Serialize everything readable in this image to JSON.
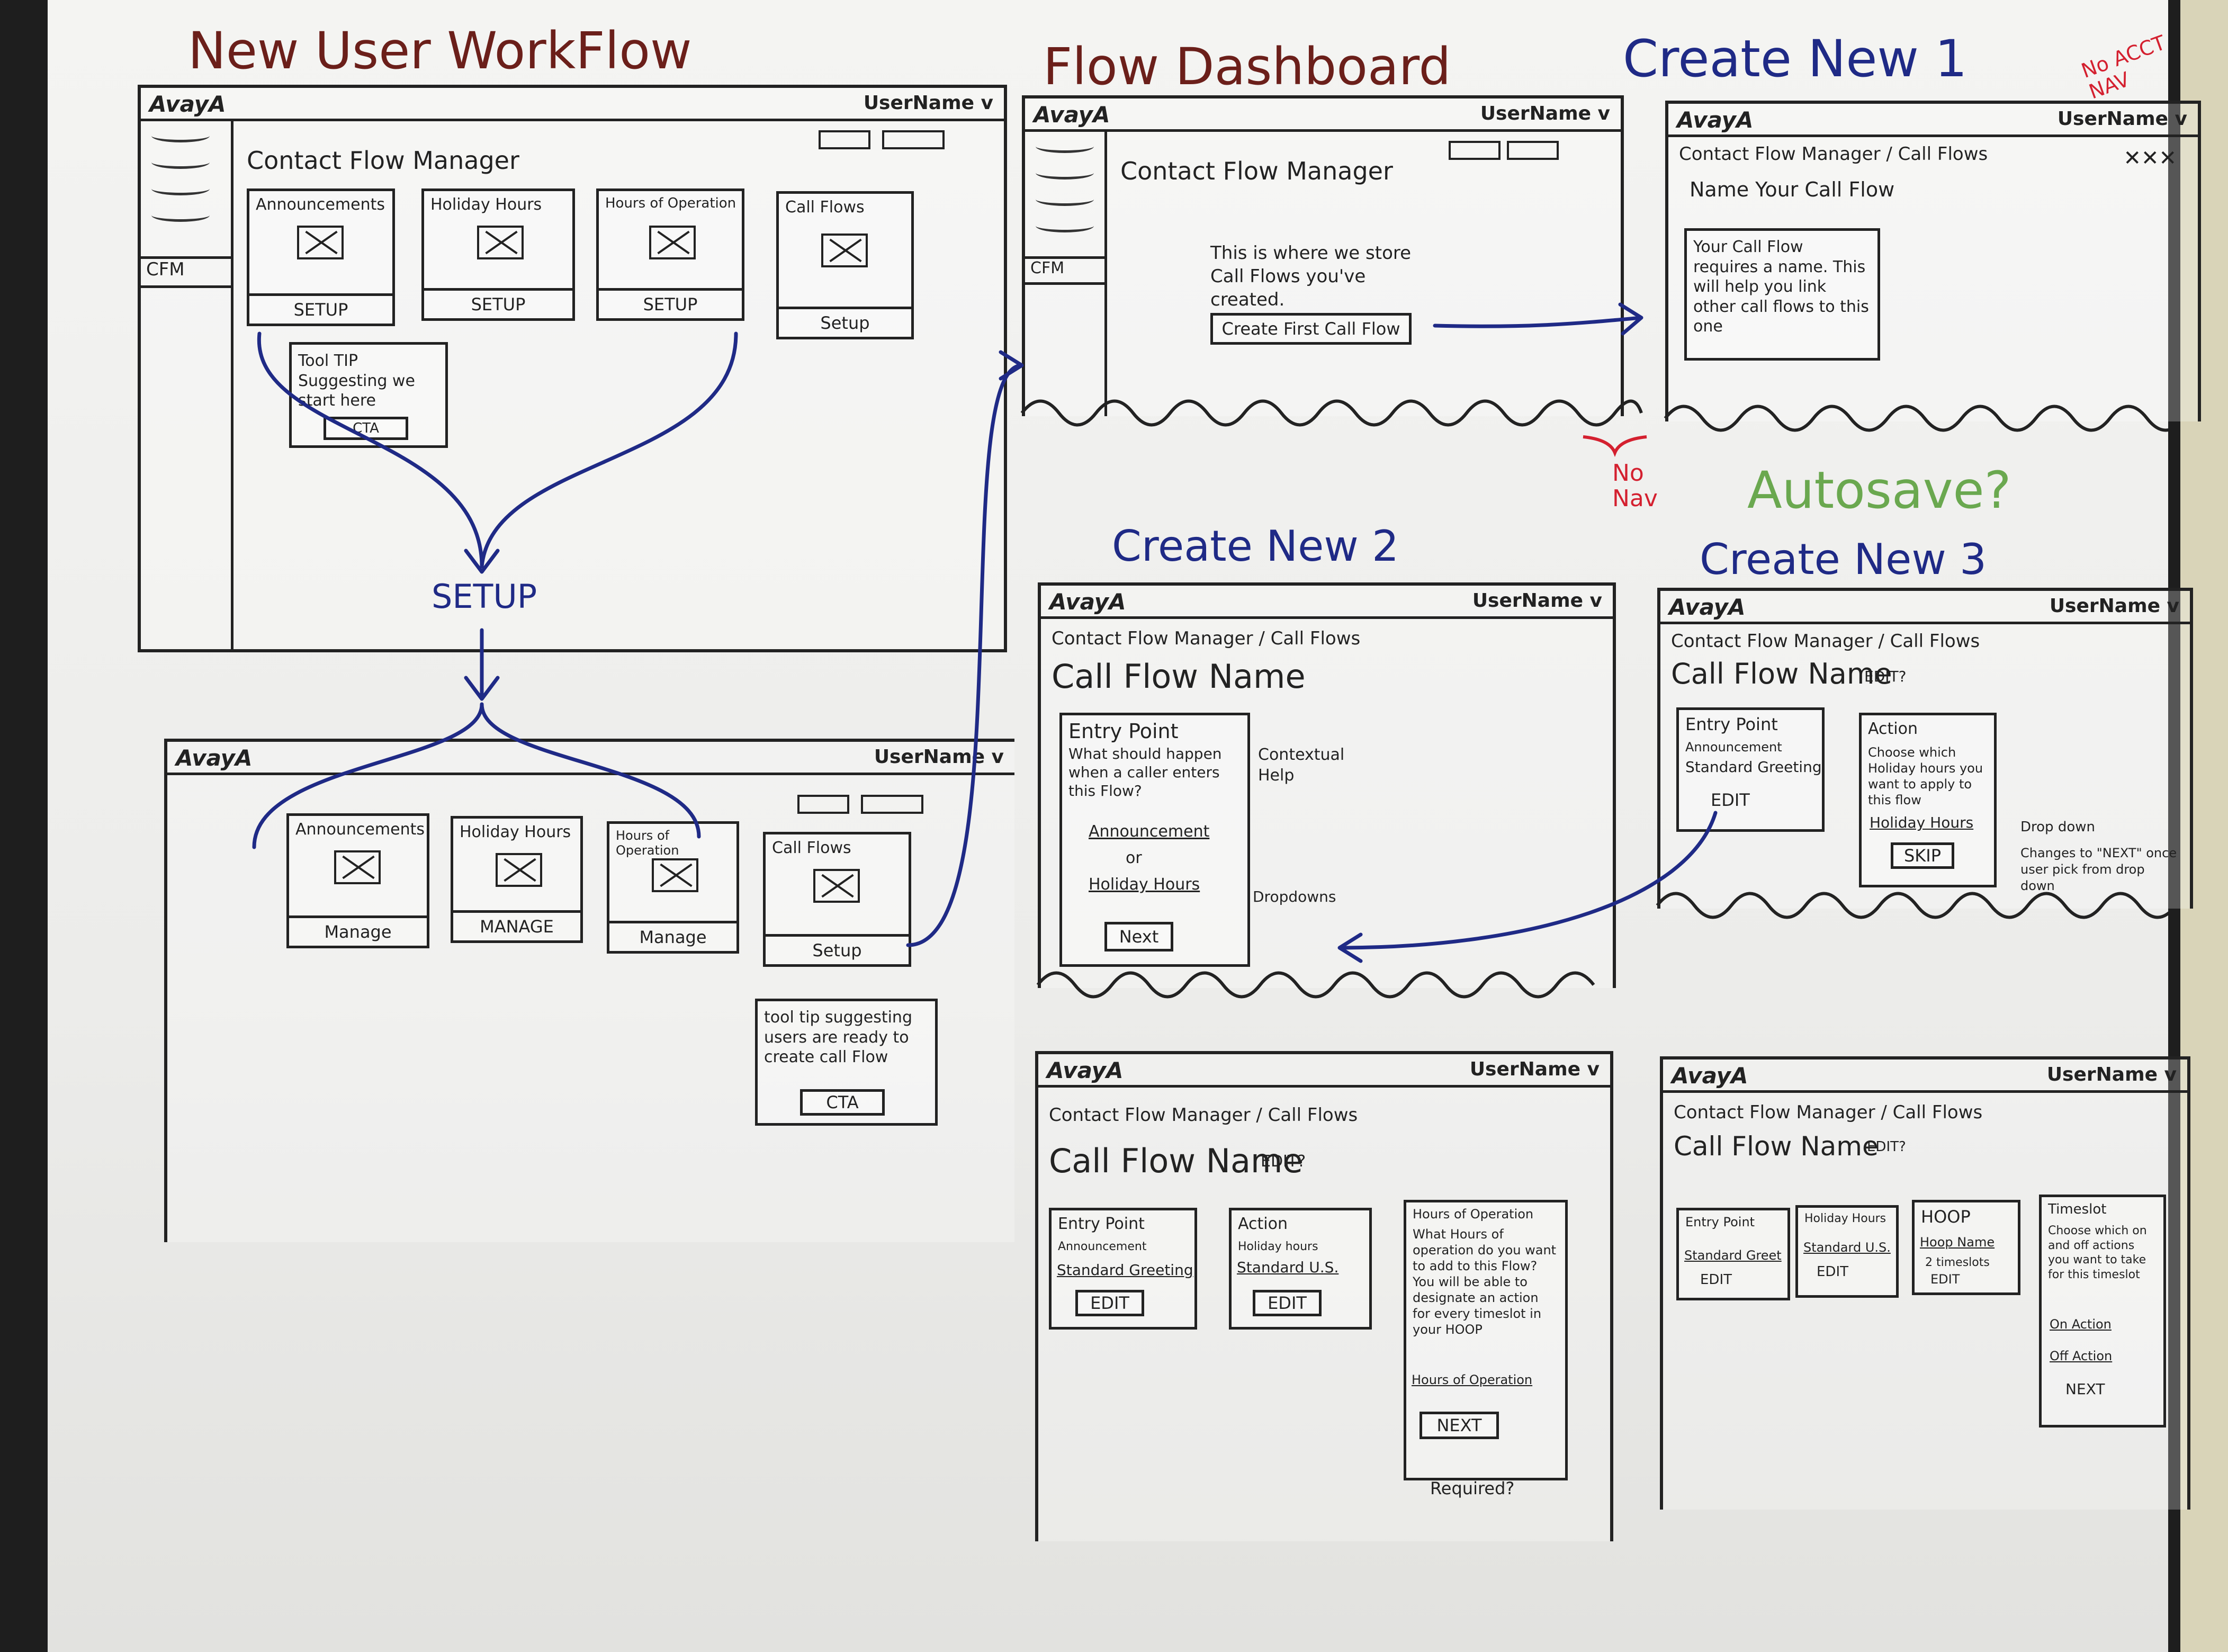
{
  "headings": {
    "new_user_workflow": "New User WorkFlow",
    "flow_dashboard": "Flow Dashboard",
    "create_new_1": "Create New 1",
    "create_new_2": "Create New 2",
    "create_new_3": "Create New 3",
    "autosave": "Autosave?",
    "no_acct_nav": "No ACCT NAV",
    "no_nav": "No Nav",
    "setup_label": "SETUP"
  },
  "common": {
    "brand": "AvayA",
    "user_menu": "UserName v",
    "app_title": "Contact Flow Manager",
    "crumb": "Contact Flow Manager / Call Flows",
    "call_flow_name": "Call Flow Name",
    "edit_tag": "EDIT?",
    "cfm": "CFM"
  },
  "screen1": {
    "cards": [
      {
        "title": "Announcements",
        "button": "SETUP"
      },
      {
        "title": "Holiday Hours",
        "button": "SETUP"
      },
      {
        "title": "Hours of Operation",
        "button": "SETUP"
      },
      {
        "title": "Call Flows",
        "button": "Setup"
      }
    ],
    "tooltip": "Tool TIP Suggesting we start here",
    "tooltip_cta": "CTA"
  },
  "screen2": {
    "cards": [
      {
        "title": "Announcements",
        "button": "Manage"
      },
      {
        "title": "Holiday Hours",
        "button": "MANAGE"
      },
      {
        "title": "Hours of Operation",
        "button": "Manage"
      },
      {
        "title": "Call Flows",
        "button": "Setup"
      }
    ],
    "tooltip": "tool tip suggesting users are ready to create call Flow",
    "tooltip_cta": "CTA"
  },
  "dashboard": {
    "message": "This is where we store Call Flows you've created.",
    "cta": "Create First Call Flow"
  },
  "create1": {
    "crumb": "Contact Flow Manager / Call Flows",
    "name_label": "Name Your Call Flow",
    "tip": "Your Call Flow requires a name. This will help you link other call flows to this one"
  },
  "create2": {
    "entry_point": "Entry Point",
    "question": "What should happen when a caller enters this Flow?",
    "contextual_help": "Contextual Help",
    "announcement": "Announcement",
    "or": "or",
    "holiday_hours": "Holiday Hours",
    "dropdowns": "Dropdowns",
    "next": "Next"
  },
  "create3": {
    "entry_point": "Entry Point",
    "entry_sub": "Announcement",
    "entry_value": "Standard Greeting",
    "entry_edit": "EDIT",
    "action": "Action",
    "action_text": "Choose which Holiday hours you want to apply to this flow",
    "action_dd": "Holiday Hours",
    "skip": "SKIP",
    "dropdown_note": "Drop down",
    "change_note": "Changes to \"NEXT\" once user pick from drop down"
  },
  "step4": {
    "entry_point": "Entry Point",
    "entry_sub": "Announcement",
    "entry_value": "Standard Greeting",
    "edit": "EDIT",
    "action": "Action",
    "action_sub": "Holiday hours",
    "action_value": "Standard U.S.",
    "hoop_title": "Hours of Operation",
    "hoop_text": "What Hours of operation do you want to add to this Flow? You will be able to designate an action for every timeslot in your HOOP",
    "hoop_dd": "Hours of Operation",
    "next": "NEXT",
    "required": "Required?"
  },
  "step5": {
    "entry_point": "Entry Point",
    "entry_value": "Standard Greet",
    "edit": "EDIT",
    "holiday": "Holiday Hours",
    "holiday_value": "Standard U.S.",
    "hoop": "HOOP",
    "hoop_value": "Hoop Name",
    "hoop_slots": "2 timeslots",
    "timeslot": "Timeslot",
    "timeslot_text": "Choose which on and off actions you want to take for this timeslot",
    "on_action": "On Action",
    "off_action": "Off Action",
    "next": "NEXT"
  }
}
